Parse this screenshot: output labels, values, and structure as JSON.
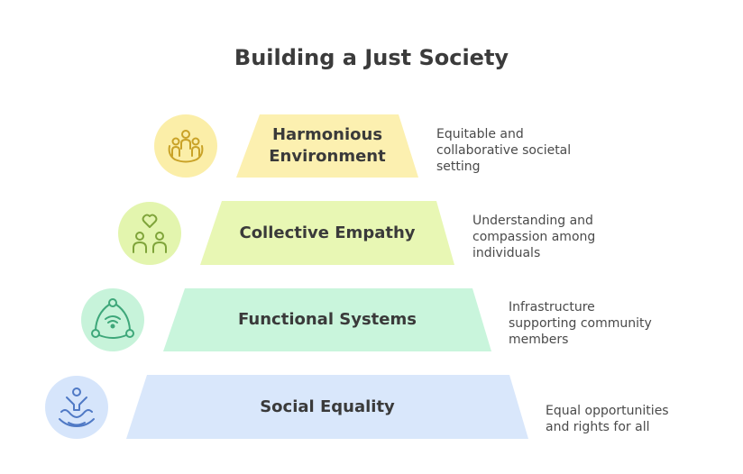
{
  "title": "Building a Just Society",
  "tiers": [
    {
      "label": "Harmonious Environment",
      "description": "Equitable and collaborative societal setting",
      "icon": "community-group-icon",
      "fill": "#fcf0b0",
      "icon_fill": "#fbeea8",
      "icon_stroke": "#c9a227"
    },
    {
      "label": "Collective Empathy",
      "description": "Understanding and compassion among individuals",
      "icon": "people-heart-icon",
      "fill": "#e8f7b4",
      "icon_fill": "#e3f5ae",
      "icon_stroke": "#7fa43a"
    },
    {
      "label": "Functional Systems",
      "description": "Infrastructure supporting community members",
      "icon": "network-triangle-icon",
      "fill": "#c9f5dc",
      "icon_fill": "#c7f3da",
      "icon_stroke": "#3ea77a"
    },
    {
      "label": "Social Equality",
      "description": "Equal opportunities and rights for all",
      "icon": "supported-person-icon",
      "fill": "#d9e7fb",
      "icon_fill": "#d6e5fb",
      "icon_stroke": "#4f79c5"
    }
  ]
}
